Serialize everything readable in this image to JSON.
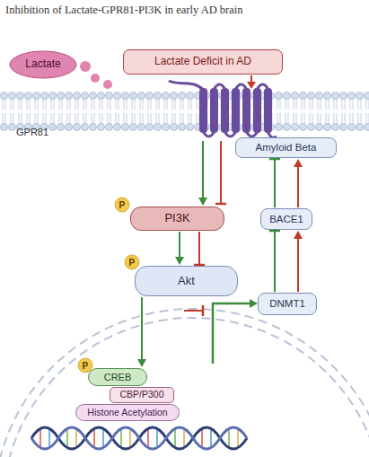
{
  "diagram": {
    "title": "Inhibition of Lactate-GPR81-PI3K in early AD brain",
    "nodes": [
      {
        "text": [
          "Lactate"
        ]
      },
      {
        "text": [
          "Lactate Deficit in AD"
        ]
      },
      {
        "text": [
          "Amyloid Beta"
        ]
      },
      {
        "text": [
          "PI3K"
        ]
      },
      {
        "text": [
          "BACE1"
        ]
      },
      {
        "text": [
          "Akt"
        ]
      },
      {
        "text": [
          "DNMT1"
        ]
      },
      {
        "text": [
          "CREB"
        ]
      },
      {
        "text": [
          "CBP/P300"
        ]
      },
      {
        "text": [
          "Histone Acetylation"
        ]
      }
    ],
    "edges": [
      {
        "from": 3,
        "to": 5,
        "arrow": "to"
      },
      {
        "from": 3,
        "to": 5,
        "arrow": "to"
      },
      {
        "from": 4,
        "to": 2,
        "arrow": "to"
      },
      {
        "from": 4,
        "to": 2,
        "arrow": "to"
      },
      {
        "from": 6,
        "to": 4,
        "arrow": "to"
      },
      {
        "from": 6,
        "to": 4,
        "arrow": "to"
      },
      {
        "from": 5,
        "to": 7,
        "arrow": "to"
      }
    ],
    "labels": [
      "GPR81",
      "P",
      "P",
      "P"
    ]
  }
}
